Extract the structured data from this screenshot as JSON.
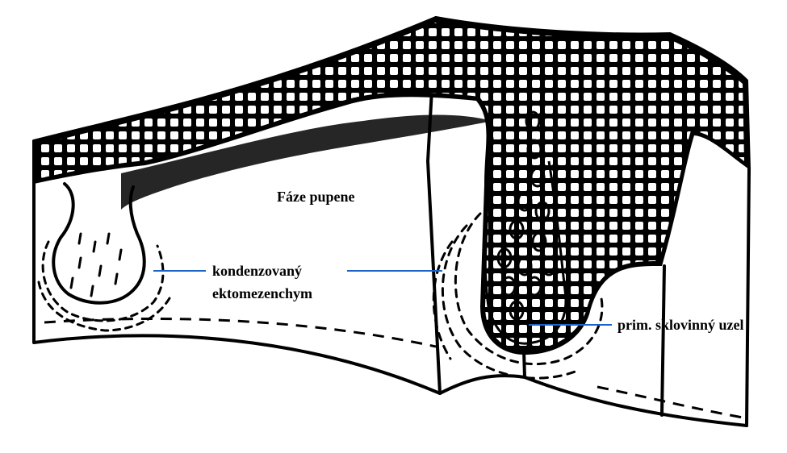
{
  "labels": {
    "stage_title": "Fáze pupene",
    "condensed_line1": "kondenzovaný",
    "condensed_line2": "ektomezenchym",
    "enamel_knot": "prim. sklovinný uzel"
  },
  "colors": {
    "ink": "#000000",
    "paper": "#ffffff",
    "leader_line": "#1a64c8"
  }
}
